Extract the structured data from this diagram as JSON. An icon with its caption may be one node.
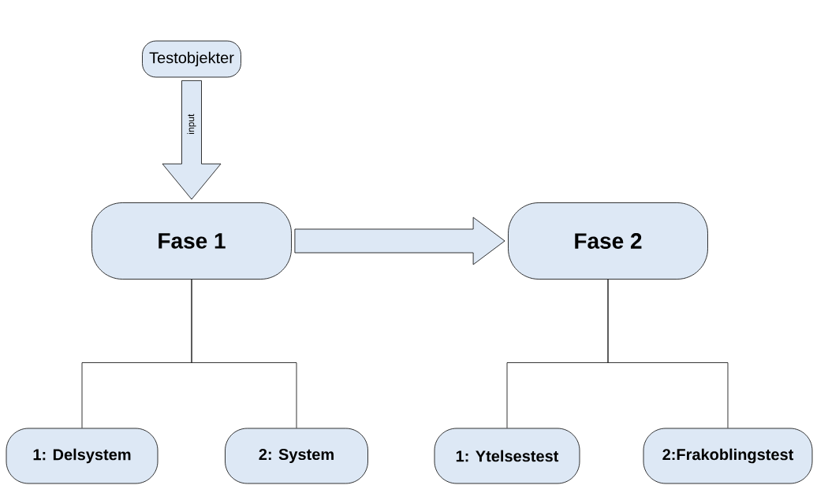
{
  "diagram": {
    "nodes": [
      {
        "text": [
          "Testobjekter"
        ]
      },
      {
        "text": [
          "Fase 1"
        ]
      },
      {
        "text": [
          "Fase 2"
        ]
      },
      {
        "text": [
          "1: Delsystem"
        ]
      },
      {
        "text": [
          "2: System"
        ]
      },
      {
        "text": [
          "1: Ytelsestest"
        ]
      },
      {
        "text": [
          "2:Frakoblingstest"
        ]
      }
    ],
    "edges": [
      {
        "from": 0,
        "to": 1,
        "arrow": "to",
        "label": "input",
        "style": "thick"
      },
      {
        "from": 1,
        "to": 2,
        "arrow": "to",
        "style": "thick"
      },
      {
        "from": 1,
        "to": 3,
        "arrow": "none"
      },
      {
        "from": 1,
        "to": 4,
        "arrow": "none"
      },
      {
        "from": 2,
        "to": 5,
        "arrow": "none"
      },
      {
        "from": 2,
        "to": 6,
        "arrow": "none"
      }
    ]
  }
}
